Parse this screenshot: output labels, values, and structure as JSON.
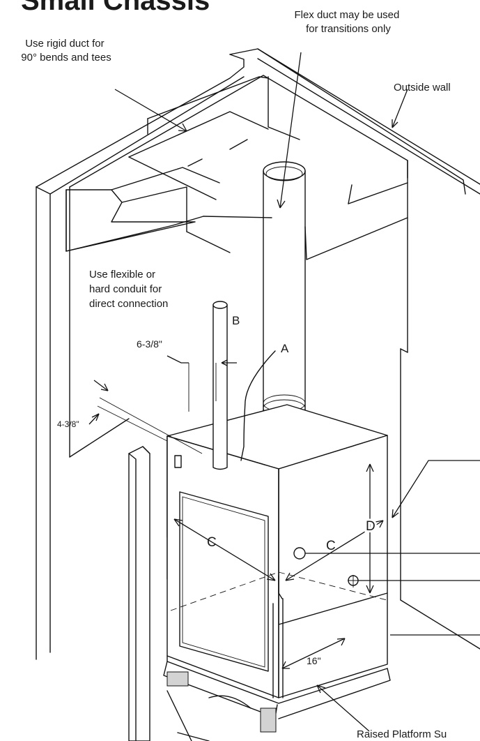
{
  "title_fragment": "Small Chassis",
  "labels": {
    "rigid_duct": [
      "Use rigid duct for",
      "90° bends and tees"
    ],
    "flex_duct": [
      "Flex duct may be used",
      "for transitions only"
    ],
    "outside_wall": "Outside wall",
    "conduit": [
      "Use flexible or",
      "hard conduit for",
      "direct connection"
    ],
    "dim_6": "6-3/8\"",
    "dim_4": "4-3/8\"",
    "a": "A",
    "b": "B",
    "c_left": "C",
    "c_right": "C",
    "d": "D",
    "dim_16": "16\"",
    "platform": "Raised Platform Su"
  },
  "colors": {
    "line": "#111111",
    "support_fill": "#d3d3d3",
    "background": "#ffffff"
  }
}
